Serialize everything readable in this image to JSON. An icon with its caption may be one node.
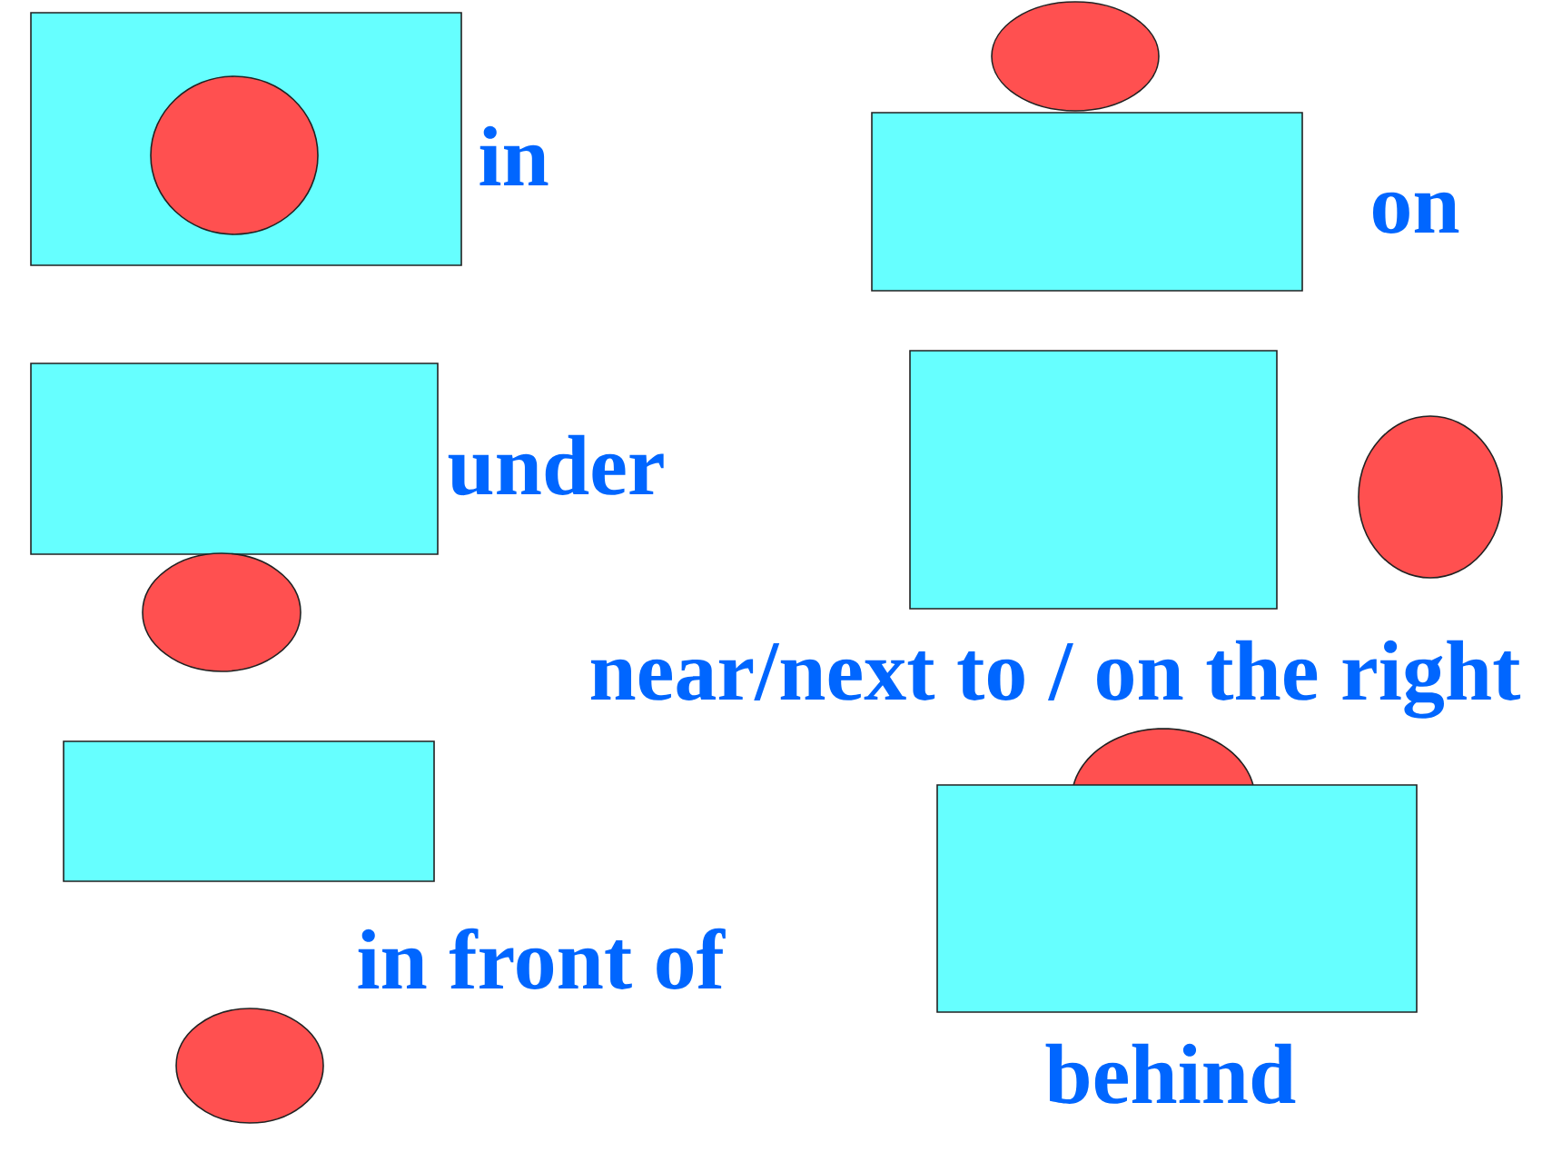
{
  "diagram": {
    "nodes": [
      {
        "text": [],
        "shape": "box"
      },
      {
        "text": [],
        "shape": "circle",
        "in": 0
      },
      {
        "text": [],
        "shape": "circle"
      },
      {
        "text": [],
        "shape": "box"
      },
      {
        "text": [],
        "shape": "box"
      },
      {
        "text": [],
        "shape": "circle"
      },
      {
        "text": [],
        "shape": "box"
      },
      {
        "text": [],
        "shape": "circle"
      },
      {
        "text": [],
        "shape": "box"
      },
      {
        "text": [],
        "shape": "circle"
      },
      {
        "text": [],
        "shape": "circle"
      },
      {
        "text": [],
        "shape": "box"
      }
    ],
    "labels": [
      "in",
      "on",
      "under",
      "near/next to / on the right",
      "in front of",
      "behind"
    ]
  }
}
